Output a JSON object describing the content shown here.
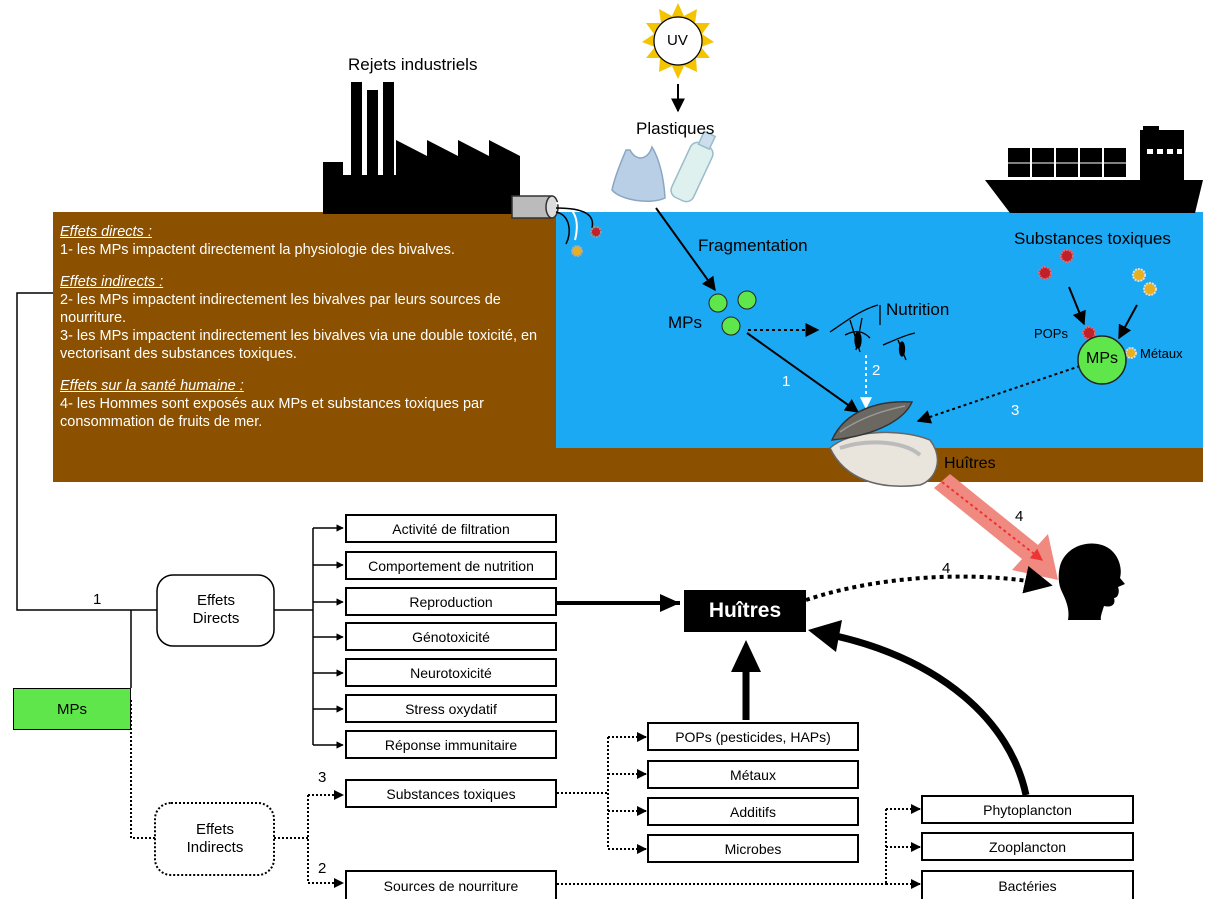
{
  "colors": {
    "sea": "#1ca9f4",
    "soil": "#8b5000",
    "mps_green": "#5ee64a",
    "arrow_red": "#f08a80"
  },
  "scene": {
    "industry_label": "Rejets industriels",
    "uv_label": "UV",
    "plastics_label": "Plastiques",
    "fragmentation_label": "Fragmentation",
    "mps_label": "MPs",
    "nutrition_label": "Nutrition",
    "toxic_label": "Substances toxiques",
    "pops_label": "POPs",
    "metals_label": "Métaux",
    "mps_ball_label": "MPs",
    "oysters_label": "Huîtres",
    "path_numbers": [
      "1",
      "2",
      "3",
      "4",
      "4"
    ]
  },
  "legend": {
    "direct_title": "Effets directs :",
    "direct_text": "1- les MPs impactent directement la physiologie des bivalves.",
    "indirect_title": "Effets indirects :",
    "indirect_text2": "2- les MPs impactent indirectement les bivalves par leurs sources de nourriture.",
    "indirect_text3": "3- les MPs impactent indirectement les bivalves via une double toxicité, en vectorisant des substances toxiques.",
    "health_title": "Effets sur la santé humaine :",
    "health_text": "4- les Hommes sont exposés aux MPs et substances toxiques par consommation de fruits de mer."
  },
  "tree": {
    "root": "MPs",
    "direct_node": "Effets Directs",
    "indirect_node": "Effets Indirects",
    "branch_labels": [
      "1",
      "3",
      "2"
    ],
    "direct_effects": [
      "Activité de filtration",
      "Comportement de nutrition",
      "Reproduction",
      "Génotoxicité",
      "Neurotoxicité",
      "Stress oxydatif",
      "Réponse immunitaire"
    ],
    "toxic_node": "Substances toxiques",
    "toxic_items": [
      "POPs (pesticides, HAPs)",
      "Métaux",
      "Additifs",
      "Microbes"
    ],
    "food_node": "Sources de nourriture",
    "food_items": [
      "Phytoplancton",
      "Zooplancton",
      "Bactéries"
    ],
    "target": "Huîtres"
  }
}
